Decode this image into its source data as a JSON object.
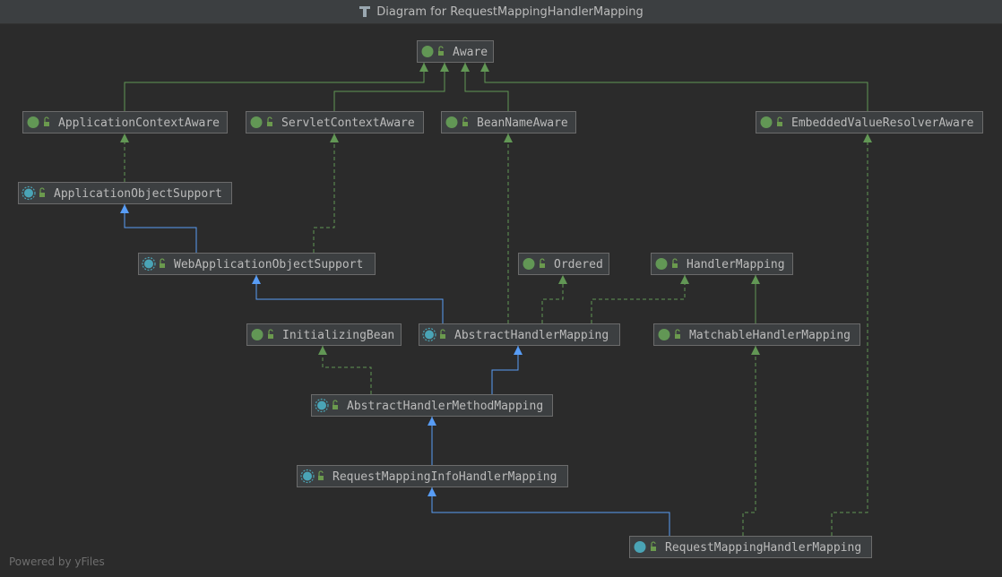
{
  "window": {
    "title": "Diagram for RequestMappingHandlerMapping"
  },
  "footer": {
    "text": "Powered by yFiles"
  },
  "colors": {
    "background": "#2b2b2b",
    "node_fill": "#3c3f41",
    "interface_badge": "#629755",
    "class_badge": "#4aa4b6",
    "implements_edge": "#629755",
    "extends_edge": "#589df6"
  },
  "nodes": [
    {
      "id": "aware",
      "label": "Aware",
      "kind": "interface"
    },
    {
      "id": "application-context-aware",
      "label": "ApplicationContextAware",
      "kind": "interface"
    },
    {
      "id": "servlet-context-aware",
      "label": "ServletContextAware",
      "kind": "interface"
    },
    {
      "id": "bean-name-aware",
      "label": "BeanNameAware",
      "kind": "interface"
    },
    {
      "id": "embedded-value-resolver-aware",
      "label": "EmbeddedValueResolverAware",
      "kind": "interface"
    },
    {
      "id": "application-object-support",
      "label": "ApplicationObjectSupport",
      "kind": "abstract-class"
    },
    {
      "id": "web-application-object-support",
      "label": "WebApplicationObjectSupport",
      "kind": "abstract-class"
    },
    {
      "id": "ordered",
      "label": "Ordered",
      "kind": "interface"
    },
    {
      "id": "handler-mapping",
      "label": "HandlerMapping",
      "kind": "interface"
    },
    {
      "id": "initializing-bean",
      "label": "InitializingBean",
      "kind": "interface"
    },
    {
      "id": "abstract-handler-mapping",
      "label": "AbstractHandlerMapping",
      "kind": "abstract-class"
    },
    {
      "id": "matchable-handler-mapping",
      "label": "MatchableHandlerMapping",
      "kind": "interface"
    },
    {
      "id": "abstract-handler-method-mapping",
      "label": "AbstractHandlerMethodMapping",
      "kind": "abstract-class"
    },
    {
      "id": "request-mapping-info-handler-mapping",
      "label": "RequestMappingInfoHandlerMapping",
      "kind": "abstract-class"
    },
    {
      "id": "request-mapping-handler-mapping",
      "label": "RequestMappingHandlerMapping",
      "kind": "class"
    }
  ],
  "edges": [
    {
      "from": "application-context-aware",
      "to": "aware",
      "relation": "extends-interface"
    },
    {
      "from": "servlet-context-aware",
      "to": "aware",
      "relation": "extends-interface"
    },
    {
      "from": "bean-name-aware",
      "to": "aware",
      "relation": "extends-interface"
    },
    {
      "from": "embedded-value-resolver-aware",
      "to": "aware",
      "relation": "extends-interface"
    },
    {
      "from": "application-object-support",
      "to": "application-context-aware",
      "relation": "implements"
    },
    {
      "from": "web-application-object-support",
      "to": "application-object-support",
      "relation": "extends"
    },
    {
      "from": "web-application-object-support",
      "to": "servlet-context-aware",
      "relation": "implements"
    },
    {
      "from": "abstract-handler-mapping",
      "to": "web-application-object-support",
      "relation": "extends"
    },
    {
      "from": "abstract-handler-mapping",
      "to": "bean-name-aware",
      "relation": "implements"
    },
    {
      "from": "abstract-handler-mapping",
      "to": "ordered",
      "relation": "implements"
    },
    {
      "from": "abstract-handler-mapping",
      "to": "handler-mapping",
      "relation": "implements"
    },
    {
      "from": "matchable-handler-mapping",
      "to": "handler-mapping",
      "relation": "extends-interface"
    },
    {
      "from": "abstract-handler-method-mapping",
      "to": "abstract-handler-mapping",
      "relation": "extends"
    },
    {
      "from": "abstract-handler-method-mapping",
      "to": "initializing-bean",
      "relation": "implements"
    },
    {
      "from": "request-mapping-info-handler-mapping",
      "to": "abstract-handler-method-mapping",
      "relation": "extends"
    },
    {
      "from": "request-mapping-handler-mapping",
      "to": "request-mapping-info-handler-mapping",
      "relation": "extends"
    },
    {
      "from": "request-mapping-handler-mapping",
      "to": "matchable-handler-mapping",
      "relation": "implements"
    },
    {
      "from": "request-mapping-handler-mapping",
      "to": "embedded-value-resolver-aware",
      "relation": "implements"
    }
  ]
}
